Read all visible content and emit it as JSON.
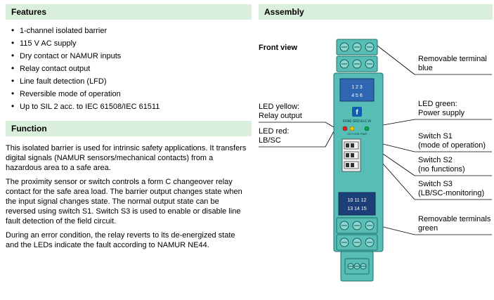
{
  "features": {
    "title": "Features",
    "items": [
      "1-channel isolated barrier",
      "115 V AC supply",
      "Dry contact or NAMUR inputs",
      "Relay contact output",
      "Line fault detection (LFD)",
      "Reversible mode of operation",
      "Up to SIL 2 acc. to IEC 61508/IEC 61511"
    ]
  },
  "function_section": {
    "title": "Function",
    "paragraphs": [
      "This isolated barrier is used for intrinsic safety applications. It transfers digital signals (NAMUR sensors/mechanical contacts) from a hazardous area to a safe area.",
      "The proximity sensor or switch controls a form C changeover relay contact for the safe area load. The barrier output changes state when the input signal changes state. The normal output state can be reversed using switch S1. Switch S3 is used to enable or disable line fault detection of the field circuit.",
      "During an error condition, the relay reverts to its de-energized state and the LEDs indicate the fault according to NAMUR NE44."
    ]
  },
  "assembly": {
    "title": "Assembly",
    "front_view_label": "Front view",
    "device": {
      "model": "KFA6-SR2-Ex1.W",
      "top_terminal_numbers_row1": "1 2 3",
      "top_terminal_numbers_row2": "4 5 6",
      "led_labels": "OUT CHK PWR",
      "bottom_terminal_numbers_row1": "10 11 12",
      "bottom_terminal_numbers_row2": "13 14 15",
      "body_color": "#57bdb5",
      "led_red_color": "#e2231a",
      "led_yellow_color": "#f2c500",
      "led_green_color": "#00a651",
      "terminal_panel_blue": "#2e66b2"
    },
    "callouts_left": [
      {
        "line1": "LED yellow:",
        "line2": "Relay output"
      },
      {
        "line1": "LED red:",
        "line2": "LB/SC"
      }
    ],
    "callouts_right": [
      {
        "line1": "Removable terminal",
        "line2": "blue"
      },
      {
        "line1": "LED green:",
        "line2": "Power supply"
      },
      {
        "line1": "Switch S1",
        "line2": "(mode of operation)"
      },
      {
        "line1": "Switch S2",
        "line2": "(no functions)"
      },
      {
        "line1": "Switch S3",
        "line2": "(LB/SC-monitoring)"
      },
      {
        "line1": "Removable terminals",
        "line2": "green"
      }
    ]
  },
  "colors": {
    "section_header_bg": "#d9efdc"
  }
}
